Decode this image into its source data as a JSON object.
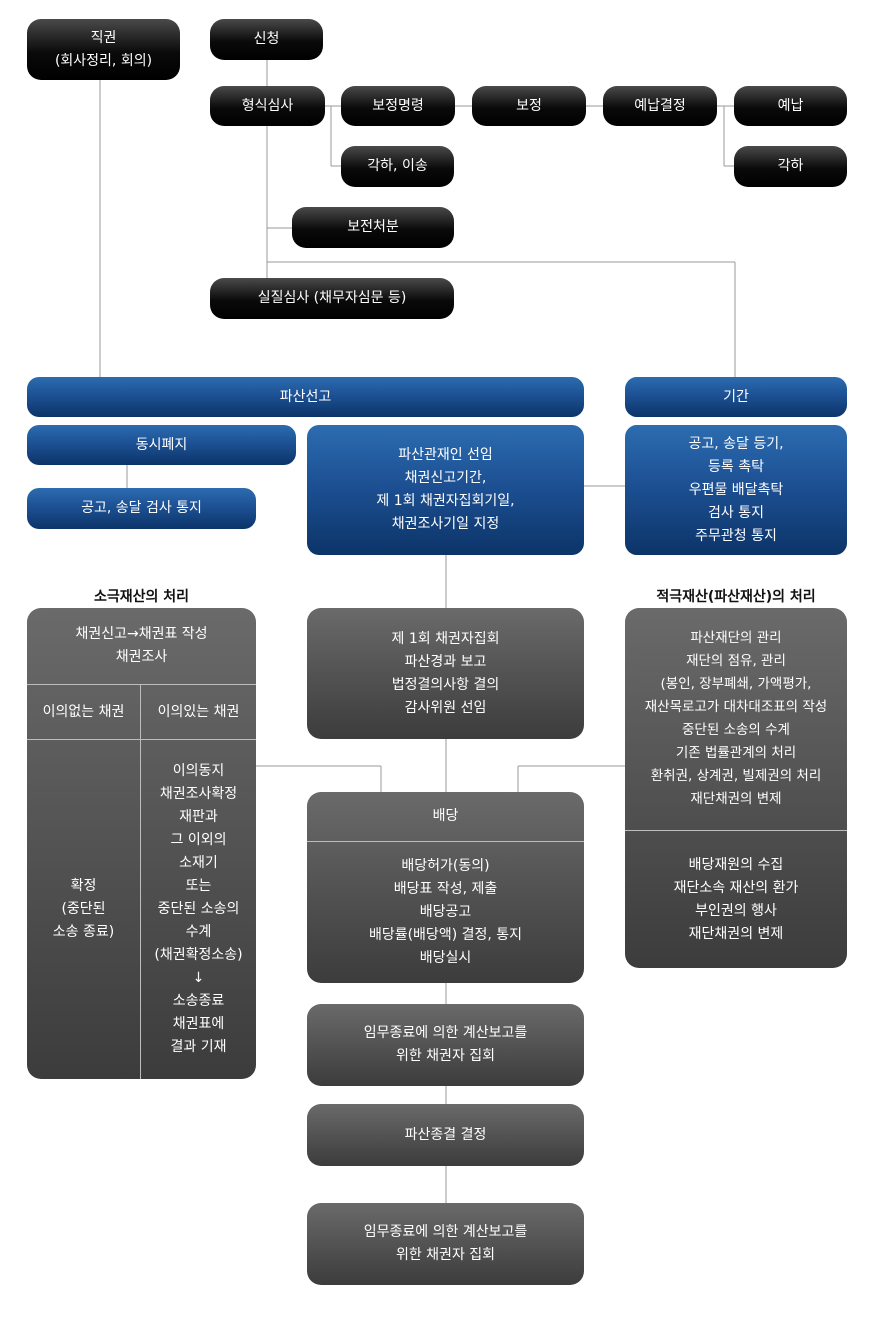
{
  "top": {
    "jikgwon": "직권\n(회사정리, 회의)",
    "sincheong": "신청",
    "hyeongsik": "형식심사",
    "bojeong_myeongnyeong": "보정명령",
    "bojeong": "보정",
    "yenap_gyeoljeong": "예납결정",
    "yenap": "예납",
    "gakha_right": "각하",
    "gakha_isong": "각하, 이송",
    "bojeon": "보전처분",
    "siljil": "실질심사 (채무자심문 등)"
  },
  "middle": {
    "pasan_seongo": "파산선고",
    "gigan": "기간",
    "dongsi": "동시폐지",
    "dongsi_notice": "공고, 송달 검사 통지",
    "gwanjae": "파산관재인 선임\n채권신고기간,\n제 1회 채권자집회기일,\n채권조사기일 지정",
    "gigan_notice": "공고, 송달 등기,\n등록 촉탁\n우편물 배달촉탁\n검사 통지\n주무관청 통지"
  },
  "negative": {
    "header": "소극재산의 처리",
    "top_cell": "채권신고→채권표 작성\n채권조사",
    "col_left_label": "이의없는 채권",
    "col_right_label": "이의있는 채권",
    "left_body": "확정\n(중단된\n소송 종료)",
    "right_body": "이의동지\n채권조사확정\n재판과\n그 이외의\n소재기\n또는\n중단된 소송의\n수계\n(채권확정소송)\n↓\n소송종료\n채권표에\n결과 기재"
  },
  "positive": {
    "header": "적극재산(파산재산)의 처리",
    "top_cell": "파산재단의 관리\n재단의 점유, 관리\n(봉인, 장부폐쇄, 가액평가,\n재산목로고가 대차대조표의 작성\n중단된 소송의 수계\n기존 법률관계의 처리\n환취권, 상계권, 빌제권의 처리\n재단채권의 변제",
    "bottom_cell": "배당재원의 수집\n재단소속 재산의 환가\n부인권의 행사\n재단채권의 변제"
  },
  "center": {
    "first_meeting": "제 1회 채권자집회\n파산경과 보고\n법정결의사항 결의\n감사위원 선임",
    "baedang_title": "배당",
    "baedang_body": "배당허가(동의)\n배당표 작성, 제출\n배당공고\n배당률(배당액) 결정, 통지\n배당실시",
    "report_meeting_1": "임무종료에 의한 계산보고를\n위한 채권자 집회",
    "termination": "파산종결 결정",
    "report_meeting_2": "임무종료에 의한 계산보고를\n위한 채권자 집회"
  },
  "colors": {
    "line": "#9a9a9a",
    "black_box": "#111111",
    "blue_box": "#1d5194",
    "grey_box": "#4a4a4a"
  }
}
